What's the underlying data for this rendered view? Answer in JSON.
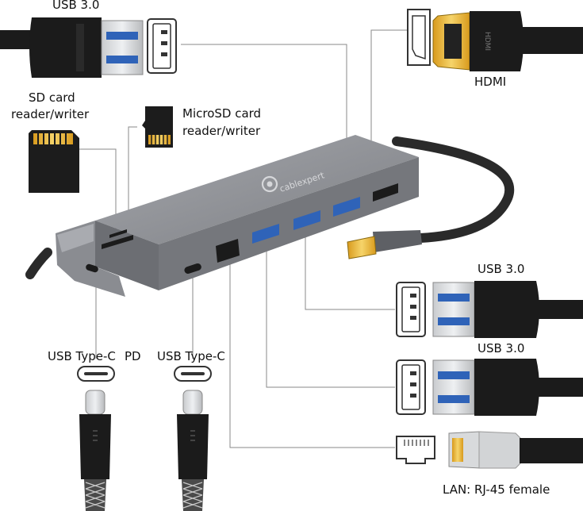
{
  "labels": {
    "usb_top": "USB 3.0",
    "hdmi": "HDMI",
    "sd_line1": "SD card",
    "sd_line2": "reader/writer",
    "microsd_line1": "MicroSD card",
    "microsd_line2": "reader/writer",
    "usb_right_1": "USB 3.0",
    "usb_right_2": "USB 3.0",
    "usbc_pd": "USB Type-C",
    "pd": "PD",
    "usbc": "USB Type-C",
    "lan": "LAN: RJ-45 female",
    "brand": "cablexpert",
    "hdmi_cable": "HDMI"
  },
  "colors": {
    "hub_body": "#7d7f84",
    "hub_top": "#9a9ca1",
    "usb_port_blue": "#2f63b8",
    "cable_black": "#1b1b1b",
    "sd_gold": "#e8b33a",
    "leader": "#8a8a8a"
  },
  "icons": [
    "usb-a-plug-icon",
    "usb-a-port-icon",
    "hdmi-plug-icon",
    "hdmi-port-icon",
    "sd-card-icon",
    "microsd-card-icon",
    "usb-c-port-icon",
    "usb-c-plug-icon",
    "rj45-port-icon",
    "rj45-plug-icon",
    "hub-device"
  ]
}
